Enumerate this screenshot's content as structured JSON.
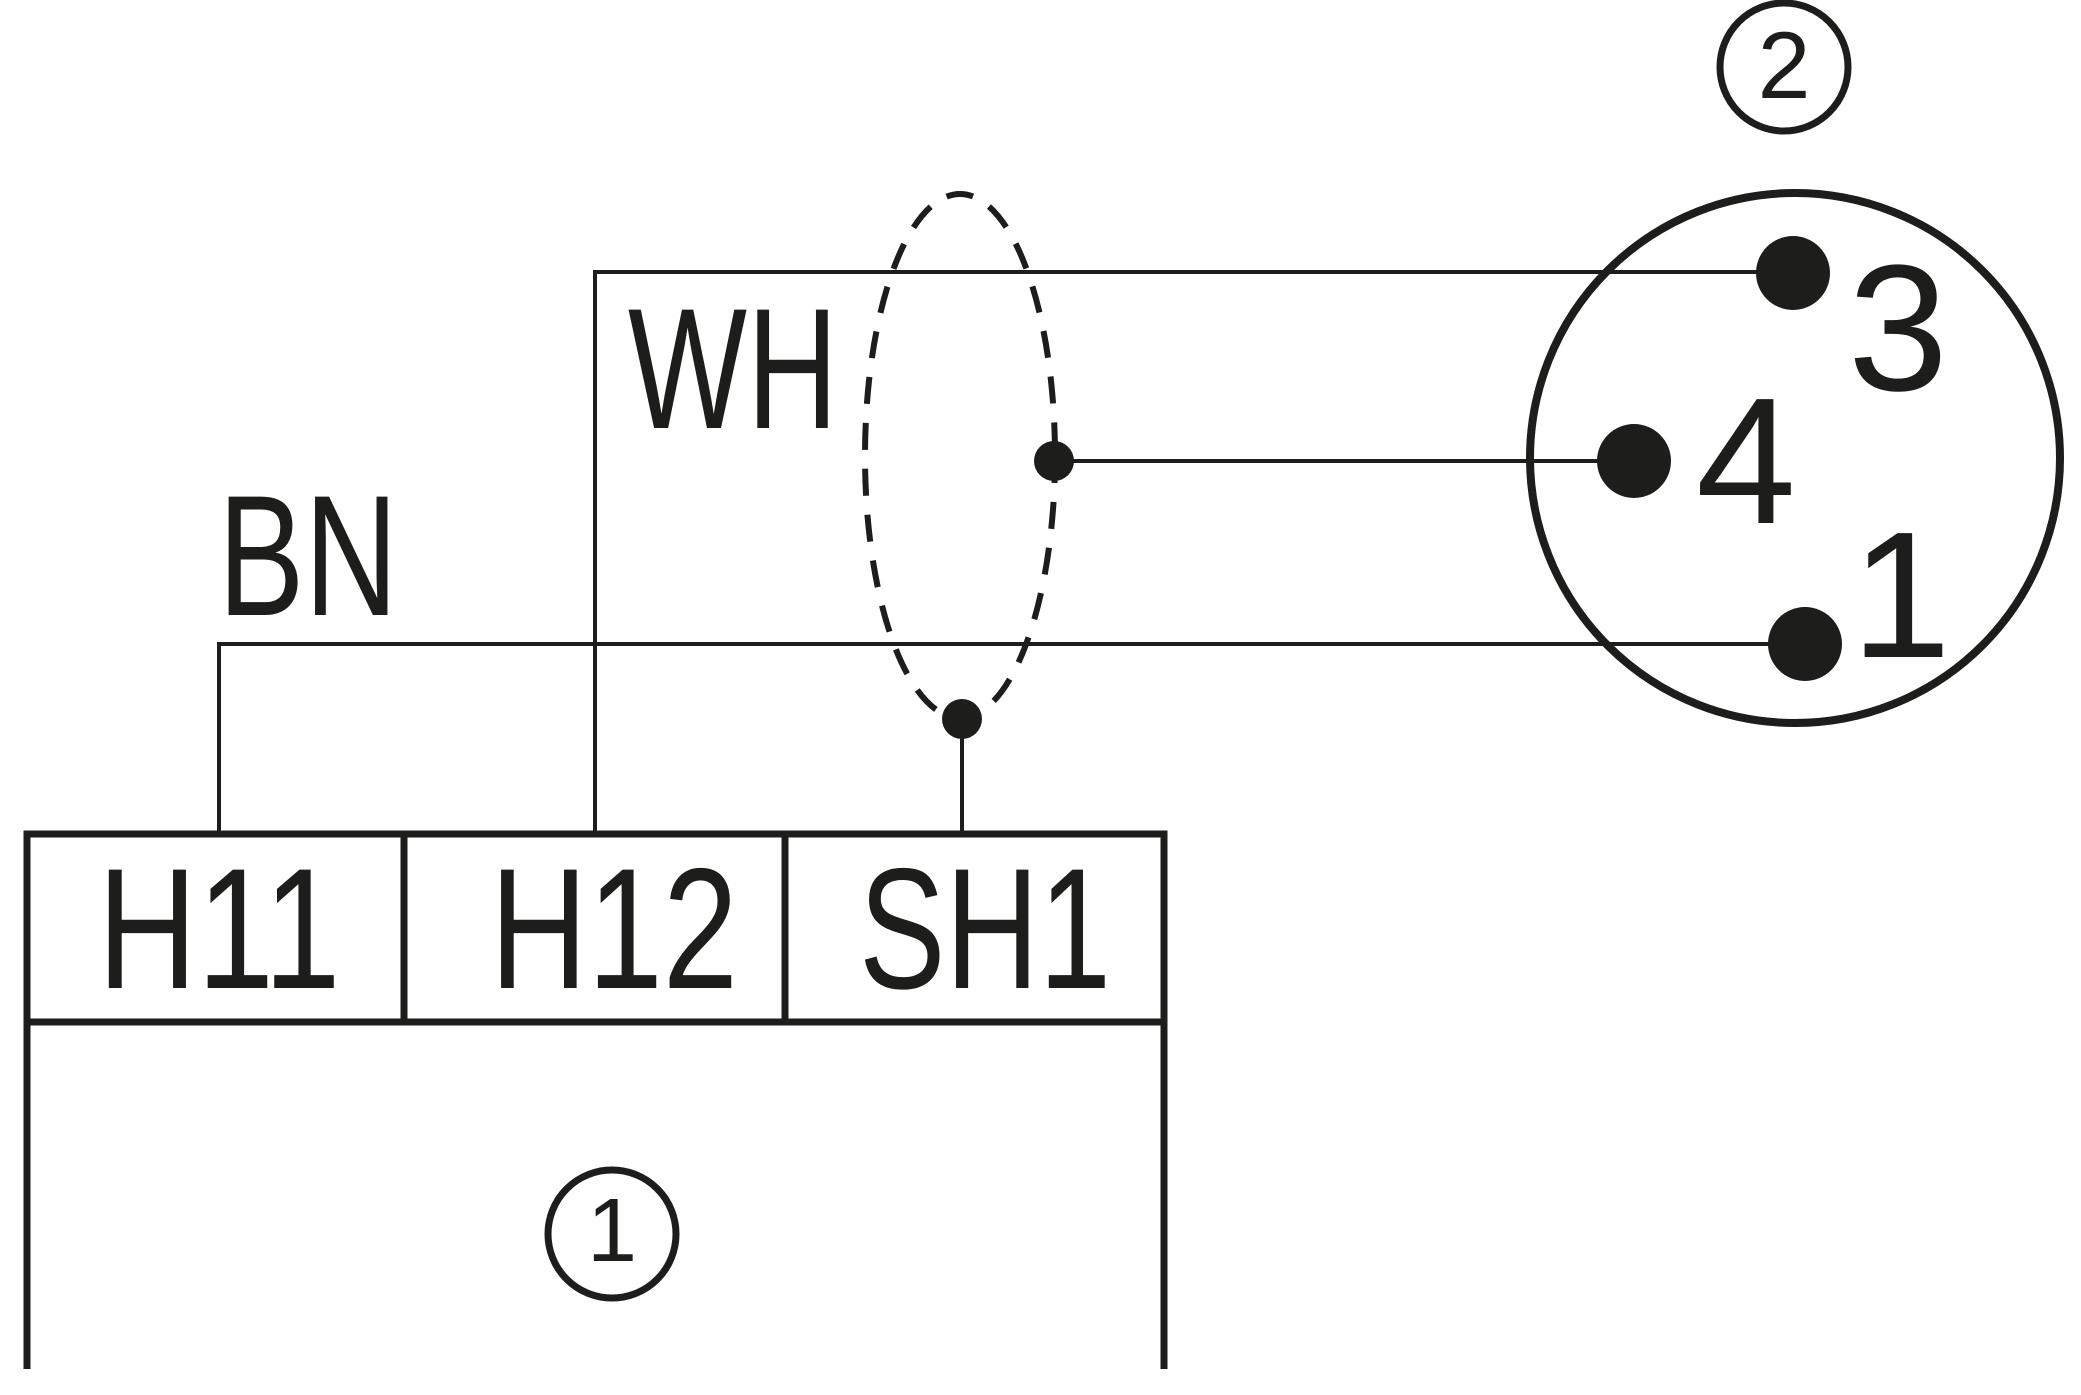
{
  "colors": {
    "ink": "#1d1d1b",
    "background": "#ffffff"
  },
  "figure": {
    "wire_labels": {
      "wh": "WH",
      "bn": "BN"
    },
    "terminal_block": {
      "badge": "1",
      "terminals": [
        {
          "label": "H11"
        },
        {
          "label": "H12"
        },
        {
          "label": "SH1"
        }
      ]
    },
    "connector": {
      "badge": "2",
      "pins": [
        {
          "number": "3"
        },
        {
          "number": "4"
        },
        {
          "number": "1"
        }
      ]
    }
  }
}
